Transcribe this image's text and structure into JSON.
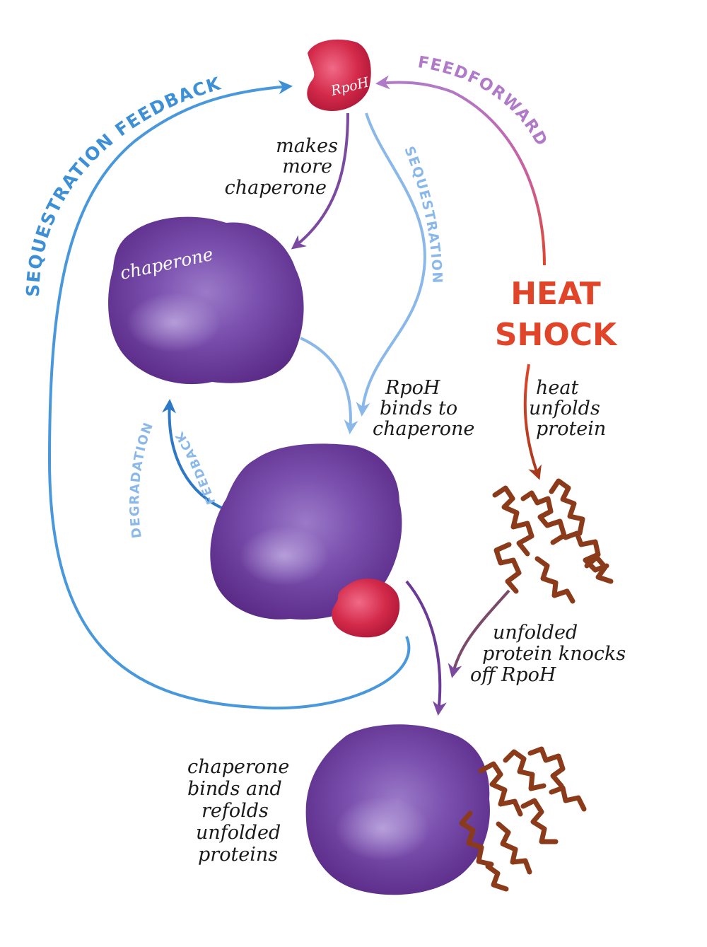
{
  "labels": {
    "rpoh": "RpoH",
    "chaperone": "chaperone",
    "sequestration_feedback": "SEQUESTRATION FEEDBACK",
    "feedforward": "FEEDFORWARD",
    "sequestration": "SEQUESTRATION",
    "heat_shock_line1": "HEAT",
    "heat_shock_line2": "SHOCK",
    "degradation": "DEGRADATION",
    "feedback": "FEEDBACK"
  },
  "captions": {
    "makes_more": [
      "makes",
      "more",
      "chaperone"
    ],
    "binds": [
      "RpoH",
      "binds to",
      "chaperone"
    ],
    "heat_unfolds": [
      "heat",
      "unfolds",
      "protein"
    ],
    "knocks_off": [
      "unfolded",
      "protein knocks",
      "off RpoH"
    ],
    "refolds": [
      "chaperone",
      "binds and",
      "refolds",
      "unfolded",
      "proteins"
    ]
  },
  "colors": {
    "sequestration_blue": "#3d8fd6",
    "light_blue": "#8ab8e8",
    "feedforward_purple": "#b07ac9",
    "heat_red": "#e0452a",
    "rpoh_red": "#d42a4a",
    "chaperone_purple": "#6a3a96",
    "unfolded_brown": "#8b3a1a",
    "arrow_purple": "#7b4aa0"
  }
}
